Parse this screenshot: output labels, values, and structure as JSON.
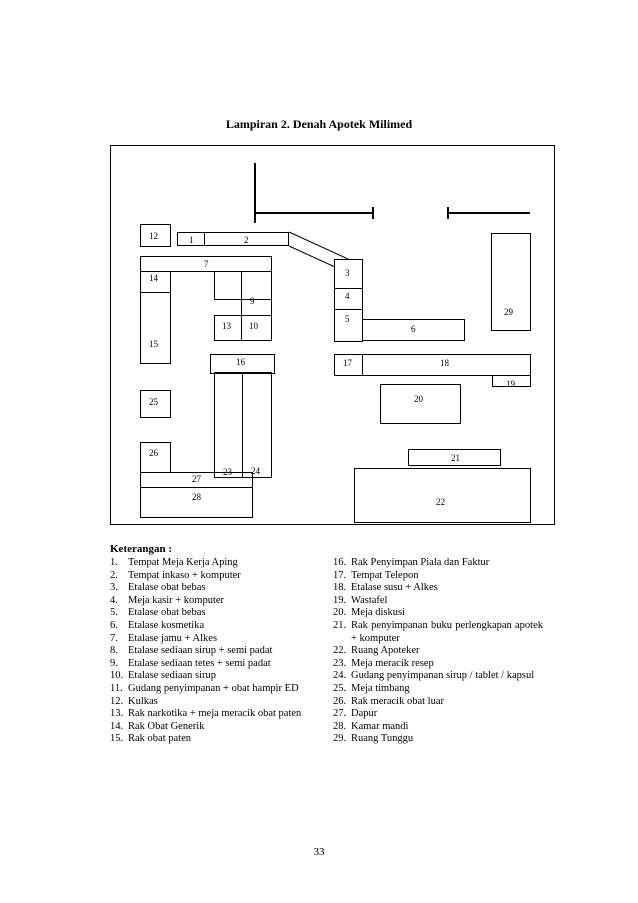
{
  "title": "Lampiran  2. Denah Apotek Milimed",
  "plan_labels": {
    "l1": "1",
    "l2": "2",
    "l3": "3",
    "l4": "4",
    "l5": "5",
    "l6": "6",
    "l7": "7",
    "l9": "9",
    "l10": "10",
    "l12": "12",
    "l13": "13",
    "l14": "14",
    "l15": "15",
    "l16": "16",
    "l17": "17",
    "l18": "18",
    "l19": "19",
    "l20": "20",
    "l21": "21",
    "l22": "22",
    "l23": "23",
    "l24": "24",
    "l25": "25",
    "l26": "26",
    "l27": "27",
    "l28": "28",
    "l29": "29"
  },
  "legend": {
    "heading": "Keterangan :",
    "left": [
      {
        "n": "1.",
        "t": "Tempat Meja Kerja Aping"
      },
      {
        "n": "2.",
        "t": "Tempat inkaso + komputer"
      },
      {
        "n": "3.",
        "t": "Etalase obat bebas"
      },
      {
        "n": "4.",
        "t": "Meja kasir + komputer"
      },
      {
        "n": "5.",
        "t": "Etalase obat bebas"
      },
      {
        "n": "6.",
        "t": "Etalase kosmetika"
      },
      {
        "n": "7.",
        "t": "Etalase jamu + Alkes"
      },
      {
        "n": "8.",
        "t": "Etalase sediaan sirup + semi padat"
      },
      {
        "n": "9.",
        "t": "Etalase sediaan tetes + semi padat"
      },
      {
        "n": "10.",
        "t": "Etalase sediaan sirup"
      },
      {
        "n": "11.",
        "t": "Gudang penyimpanan + obat hampir ED"
      },
      {
        "n": "12.",
        "t": "Kulkas"
      },
      {
        "n": "13.",
        "t": "Rak narkotika + meja meracik obat paten"
      },
      {
        "n": "14.",
        "t": "Rak Obat Generik"
      },
      {
        "n": "15.",
        "t": "Rak obat paten"
      }
    ],
    "right": [
      {
        "n": "16.",
        "t": "Rak Penyimpan Piala dan Faktur"
      },
      {
        "n": "17.",
        "t": "Tempat Telepon"
      },
      {
        "n": "18.",
        "t": "Etalase susu + Alkes"
      },
      {
        "n": "19.",
        "t": "Wastafel"
      },
      {
        "n": "20.",
        "t": "Meja diskusi"
      },
      {
        "n": "21.",
        "t": "Rak penyimpanan buku perlengkapan apotek + komputer"
      },
      {
        "n": "22.",
        "t": "Ruang Apoteker"
      },
      {
        "n": "23.",
        "t": "Meja meracik resep"
      },
      {
        "n": "24.",
        "t": "Gudang penyimpanan sirup / tablet / kapsul"
      },
      {
        "n": "25.",
        "t": "Meja timbang"
      },
      {
        "n": "26.",
        "t": "Rak meracik obat luar"
      },
      {
        "n": "27.",
        "t": "Dapur"
      },
      {
        "n": "28.",
        "t": "Kamar mandi"
      },
      {
        "n": "29.",
        "t": "Ruang Tunggu"
      }
    ]
  },
  "page_number": "33"
}
